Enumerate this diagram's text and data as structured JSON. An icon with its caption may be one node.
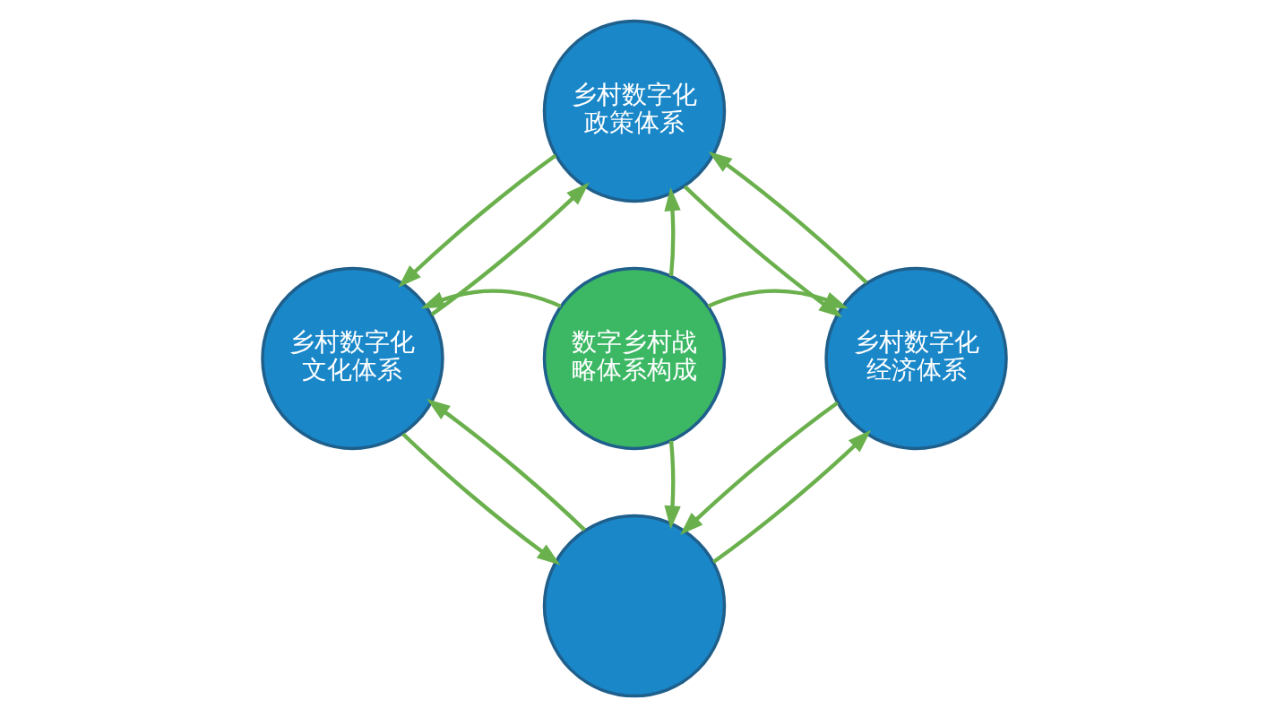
{
  "diagram": {
    "nodes": [
      {
        "text": [
          "乡村数字化政策体系"
        ]
      },
      {
        "text": [
          "乡村数字化文化体系"
        ]
      },
      {
        "text": [
          "数字乡村战略体系构成"
        ]
      },
      {
        "text": [
          "乡村数字化经济体系"
        ]
      },
      {
        "text": [],
        "shape": "circle"
      }
    ],
    "edges": [
      {
        "from": 2,
        "to": 0,
        "arrow": "to"
      },
      {
        "from": 2,
        "to": 1,
        "arrow": "to"
      },
      {
        "from": 2,
        "to": 3,
        "arrow": "to"
      },
      {
        "from": 2,
        "to": 4,
        "arrow": "to"
      },
      {
        "from": 1,
        "to": 0,
        "arrow": "to"
      },
      {
        "from": 0,
        "to": 1,
        "arrow": "to"
      },
      {
        "from": 3,
        "to": 0,
        "arrow": "to"
      },
      {
        "from": 0,
        "to": 3,
        "arrow": "to"
      },
      {
        "from": 4,
        "to": 1,
        "arrow": "to"
      },
      {
        "from": 1,
        "to": 4,
        "arrow": "to"
      },
      {
        "from": 4,
        "to": 3,
        "arrow": "to"
      },
      {
        "from": 3,
        "to": 4,
        "arrow": "to"
      }
    ]
  }
}
